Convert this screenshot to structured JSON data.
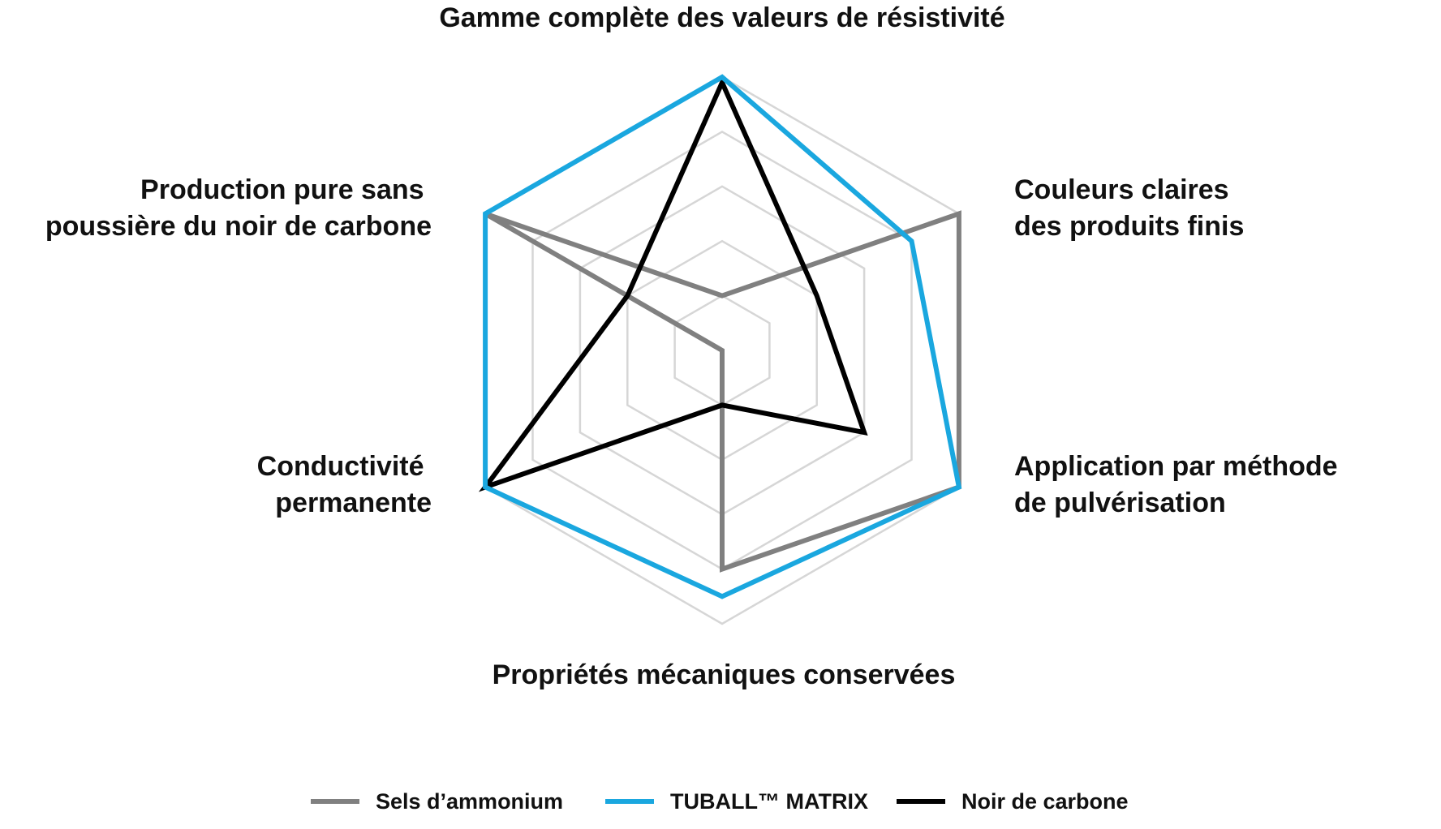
{
  "chart_data": {
    "type": "radar",
    "axes": [
      "Gamme complète des valeurs de résistivité",
      "Couleurs claires des produits finis",
      "Application par méthode de pulvérisation",
      "Propriétés mécaniques conservées",
      "Conductivité permanente",
      "Production pure sans poussière du noir de carbone"
    ],
    "levels": 5,
    "range": [
      0,
      5
    ],
    "grid": true,
    "legend_position": "bottom",
    "series": [
      {
        "name": "Sels d’ammonium",
        "color": "#808080",
        "values": [
          1,
          5,
          5,
          4,
          0,
          5
        ]
      },
      {
        "name": "TUBALL™ MATRIX",
        "color": "#1aa7df",
        "values": [
          5,
          4,
          5,
          4.5,
          5,
          5
        ]
      },
      {
        "name": "Noir de carbone",
        "color": "#000000",
        "values": [
          4.9,
          2,
          3,
          1,
          5,
          2
        ]
      }
    ],
    "grid_color": "#d6d6d6"
  }
}
